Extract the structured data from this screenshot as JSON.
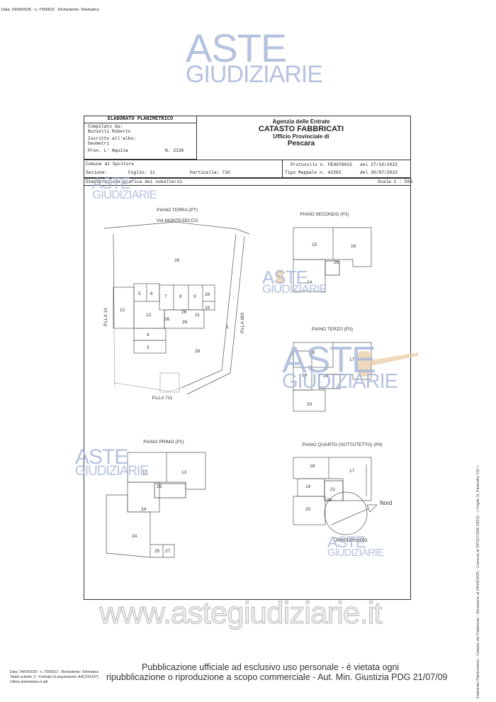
{
  "top_note": "Data: 24/04/2025 - n. T506522 - Richiedente: Telematico",
  "watermark": {
    "line1": "ASTE",
    "line2": "GIUDIZIARIE",
    "site": "www.astegiudiziarie.it",
    "accent": "#a9b9da",
    "gavel": "#e8c9a0"
  },
  "header": {
    "title": "ELABORATO PLANIMETRICO",
    "compilato_label": "Compilato da:",
    "compilato_value": "Buzzelli Roberto",
    "iscritto_label": "Iscritto all'albo:",
    "iscritto_value": "Geometri",
    "prov": "Prov. L' Aquila",
    "numero": "N. 2136",
    "agency": "Agenzia delle Entrate",
    "catasto": "CATASTO FABBRICATI",
    "ufficio": "Ufficio Provinciale di",
    "city": "Pescara",
    "comune": "Comune di Spoltore",
    "sezione": "Sezione:",
    "foglio": "Foglio: 11",
    "particella": "Particella: 710",
    "protocollo": "Protocollo n. PE0078023",
    "protocollo_date": "del 27/10/2023",
    "tipo_mappale": "Tipo Mappale n. 42392",
    "tipo_date": "del 20/07/2023",
    "dimostrazione": "Dimostrazione grafica dei subalterni",
    "scala": "Scala 1 : 500"
  },
  "plans": {
    "pt": {
      "title": "PIANO TERRA (PT)",
      "street": "VIA MONTESECCO",
      "plla14": "P.LLA 14",
      "plla693": "P.LLA 693",
      "plla711": "P.LLA 711",
      "rooms": [
        "26",
        "5",
        "6",
        "7",
        "8",
        "9",
        "26",
        "10",
        "11",
        "12",
        "12",
        "26",
        "26",
        "26",
        "4",
        "3",
        "26",
        "1"
      ]
    },
    "p2": {
      "title": "PIANO SECONDO (P2)",
      "rooms": [
        "15",
        "16",
        "26",
        "24"
      ]
    },
    "p3": {
      "title": "PIANO TERZO (P3)",
      "rooms": [
        "18",
        "17",
        "19",
        "26",
        "20"
      ]
    },
    "p1": {
      "title": "PIANO PRIMO (P1)",
      "rooms": [
        "12",
        "13",
        "26",
        "24",
        "24",
        "25",
        "27"
      ]
    },
    "p4": {
      "title": "PIANO QUARTO (SOTTOTETTO) (P4)",
      "rooms": [
        "18",
        "17",
        "19",
        "21",
        "26",
        "20"
      ]
    },
    "north": "Nord",
    "orientation": "Orientamento"
  },
  "footer": {
    "line1": "Data: 24/04/2025 - n. T506522 - Richiedente: Telematico",
    "line2": "Totale schede: 2 - Formato di acquisizione: A4(210x297)",
    "line3": "Ultima planimetria in atti",
    "pub1": "Pubblicazione ufficiale ad esclusivo uso personale - è vietata ogni",
    "pub2": "ripubblicazione o riproduzione a scopo commerciale - Aut. Min. Giustizia PDG 21/07/09",
    "vertical": "Elaborato Planimetrico - Catasto dei Fabbricati - Situazione al 24/04/2025 - Comune di SPOLTORE (I922) - < Foglio 11 Particella 710 >"
  }
}
